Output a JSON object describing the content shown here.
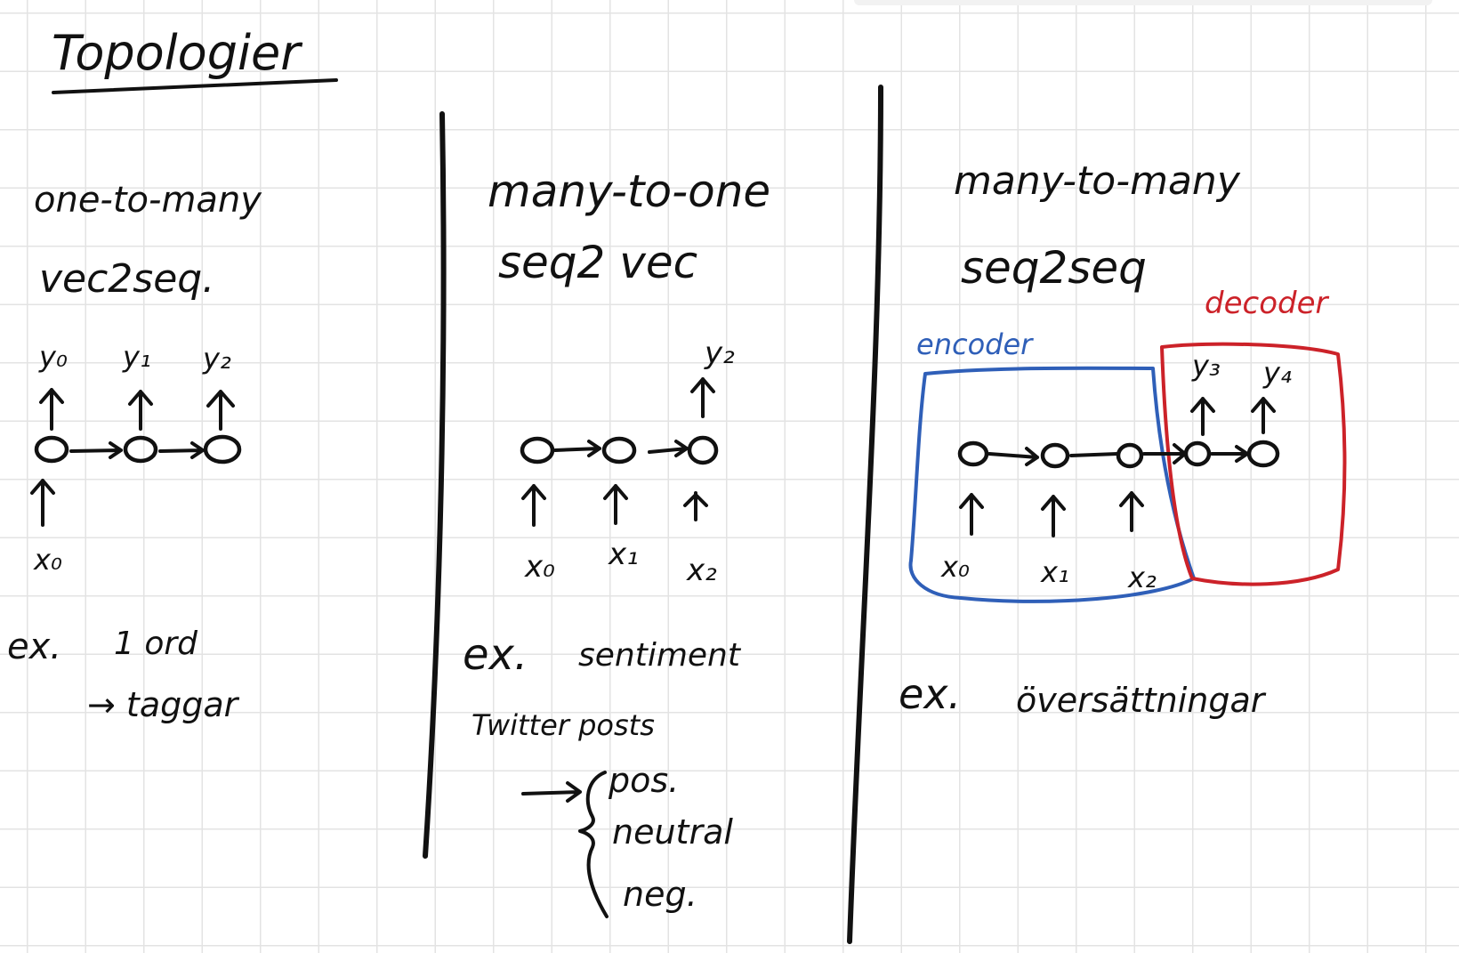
{
  "title": "Topologier",
  "columns": [
    {
      "heading": "one-to-many",
      "subheading": "vec2seq.",
      "inputs": [
        "x₀"
      ],
      "outputs": [
        "y₀",
        "y₁",
        "y₂"
      ],
      "example_prefix": "ex.",
      "example_lines": [
        "1 ord",
        "→ taggar"
      ]
    },
    {
      "heading": "many-to-one",
      "subheading": "seq2 vec",
      "inputs": [
        "x₀",
        "x₁",
        "x₂"
      ],
      "outputs": [
        "y₂"
      ],
      "example_prefix": "ex.",
      "example_lines": [
        "sentiment",
        "Twitter posts"
      ],
      "classes": [
        "pos.",
        "neutral",
        "neg."
      ]
    },
    {
      "heading": "many-to-many",
      "subheading": "seq2seq",
      "encoder_label": "encoder",
      "decoder_label": "decoder",
      "inputs": [
        "x₀",
        "x₁",
        "x₂"
      ],
      "outputs": [
        "y₃",
        "y₄"
      ],
      "example_prefix": "ex.",
      "example_lines": [
        "översättningar"
      ]
    }
  ],
  "colors": {
    "ink": "#111111",
    "encoder": "#2f5fb8",
    "decoder": "#cc2229",
    "grid": "#e3e3e3"
  }
}
